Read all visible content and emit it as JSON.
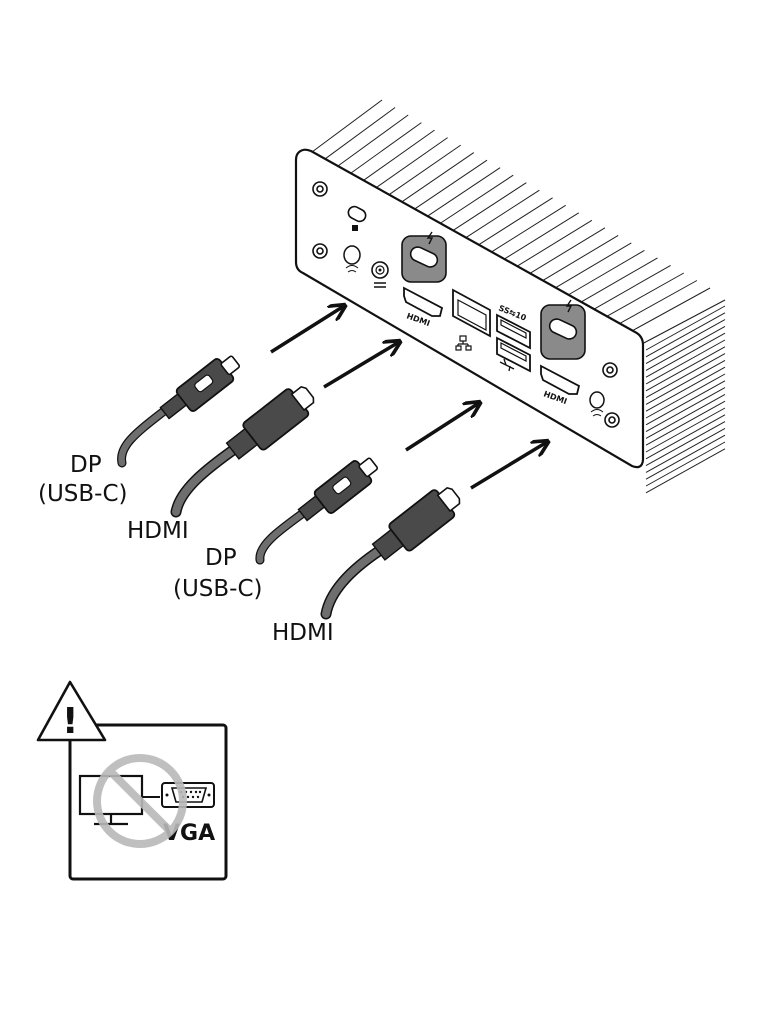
{
  "device": {
    "port_labels": {
      "hdmi_left": "HDMI",
      "hdmi_right": "HDMI",
      "usb_superspeed": "SS⇆10"
    },
    "icons": [
      "screw-icon",
      "lock-slot-icon",
      "power-button-icon",
      "dc-in-icon",
      "lightning-icon",
      "ethernet-icon",
      "usb-icon",
      "wifi-antenna-icon"
    ]
  },
  "cables": [
    {
      "id": "dp1",
      "label_line1": "DP",
      "label_line2": "(USB-C)"
    },
    {
      "id": "hdmi1",
      "label_line1": "HDMI"
    },
    {
      "id": "dp2",
      "label_line1": "DP",
      "label_line2": "(USB-C)"
    },
    {
      "id": "hdmi2",
      "label_line1": "HDMI"
    }
  ],
  "warning": {
    "symbol": "!",
    "connector_label": "VGA",
    "icons": [
      "warning-triangle-icon",
      "monitor-icon",
      "vga-connector-icon",
      "prohibited-icon"
    ]
  },
  "colors": {
    "line": "#111111",
    "cable": "#6e6e6e",
    "connector_dark": "#4a4a4a",
    "port_fill": "#8a8a8a",
    "prohibited": "#b9b9b9"
  }
}
